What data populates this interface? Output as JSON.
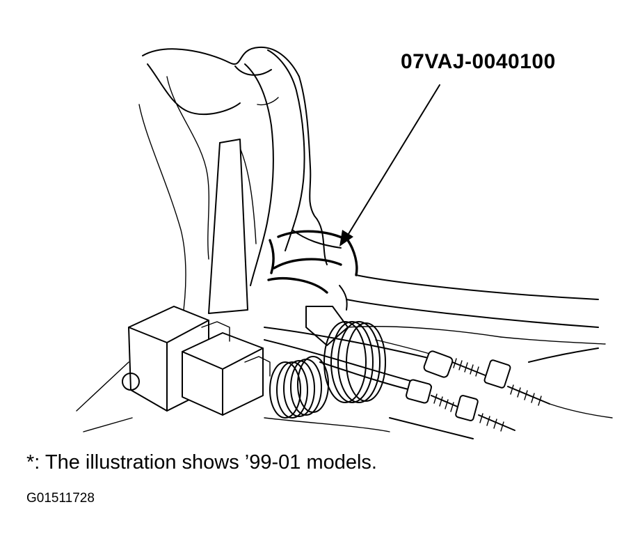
{
  "callout": {
    "part_number": "07VAJ-0040100",
    "tool_icon": "wrench-icon"
  },
  "footnote": "*: The illustration shows ’99-01 models.",
  "figure_id": "G01511728"
}
